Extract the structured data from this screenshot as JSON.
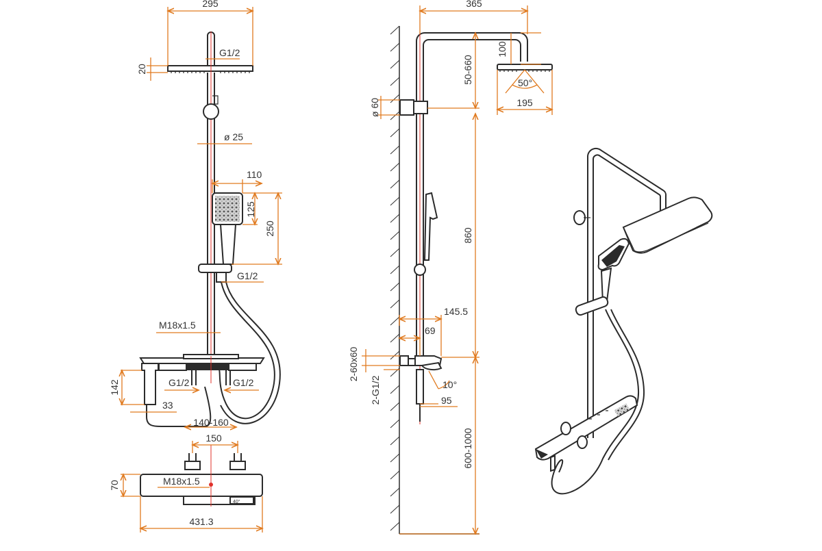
{
  "colors": {
    "dimension": "#e07a1f",
    "outline": "#2b2b2b",
    "axis": "#e0302a",
    "text": "#333333"
  },
  "front_view": {
    "overhead_width": "295",
    "overhead_thickness": "20",
    "top_inlet": "G1/2",
    "riser_diameter": "ø 25",
    "hand_head_width": "110",
    "hand_head_height": "125",
    "hand_shower_length": "250",
    "hose_outlet": "G1/2",
    "riser_thread": "M18x1.5",
    "mixer_height": "142",
    "inlet_left": "G1/2",
    "inlet_right": "G1/2",
    "spout_offset": "33",
    "inlet_spacing_range": "140-160"
  },
  "bottom_view": {
    "inlet_spacing": "150",
    "depth": "70",
    "thread": "M18x1.5",
    "width": "431.3",
    "display_temp": "40°"
  },
  "side_view": {
    "arm_reach": "365",
    "arm_drop": "100",
    "riser_adjust": "50-660",
    "flange_diameter": "ø 60",
    "spray_angle": "50°",
    "head_depth": "195",
    "riser_height": "860",
    "mixer_projection": "145.5",
    "wall_offset": "69",
    "inlet_box": "2-60x60",
    "inlet_thread": "2-G1/2",
    "spout_angle": "10°",
    "spout_length": "95",
    "mount_height": "600-1000"
  }
}
